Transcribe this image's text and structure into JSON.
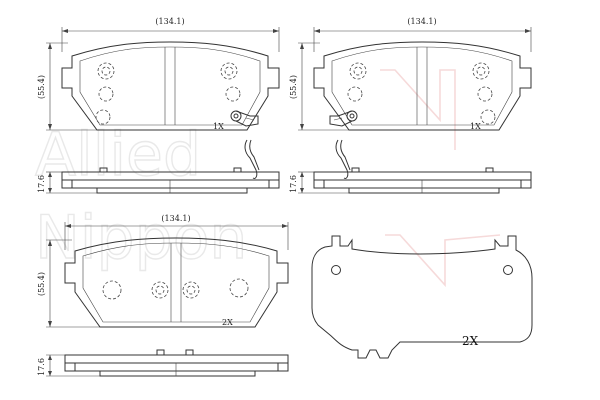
{
  "watermark": {
    "line1": "Allied",
    "line2": "Nippon"
  },
  "views": {
    "top_left": {
      "width_dim": "(134.1)",
      "height_dim": "(55.4)",
      "qty": "1X"
    },
    "top_right": {
      "width_dim": "(134.1)",
      "height_dim": "(55.4)",
      "qty": "1X"
    },
    "bottom_left": {
      "width_dim": "(134.1)",
      "height_dim": "(55.4)",
      "qty": "2X"
    },
    "side_left": {
      "thickness_dim": "17.6"
    },
    "side_right": {
      "thickness_dim": "17.6"
    },
    "side_bottom": {
      "thickness_dim": "17.6"
    },
    "shim": {
      "qty": "2X"
    }
  },
  "colors": {
    "line": "#333333",
    "watermark_gray": "#e9e9e9",
    "watermark_red": "#f6dada"
  }
}
